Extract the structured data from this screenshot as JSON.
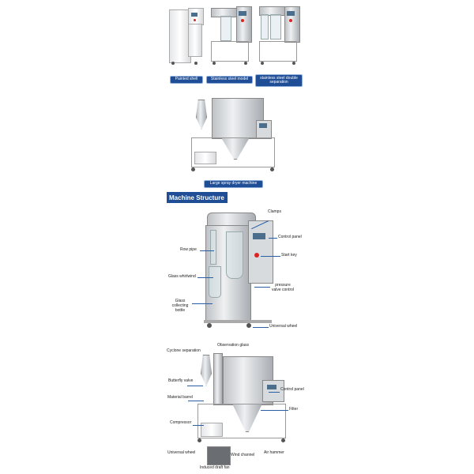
{
  "variants": [
    {
      "label": "Painted shell"
    },
    {
      "label": "Stainless steel model"
    },
    {
      "label": "stainless steel double separation"
    }
  ],
  "large_machine": {
    "label": "Large spray dryer machine"
  },
  "section_title": "Machine Structure",
  "structure_small": {
    "clamps": "Clamps",
    "control_panel": "Control panel",
    "start_key": "Start key",
    "row_pipe": "Row pipe",
    "glass_whirlwind": "Glass whirlwind",
    "pressure_valve": "pressure valve control",
    "glass_bottle": "Glass collecting bottle",
    "universal_wheel": "Universal wheel"
  },
  "structure_large": {
    "observation_glass": "Observation glass",
    "cyclone_separation": "Cyclone separation",
    "butterfly_valve": "Butterfly valve",
    "material_barrel": "Material barrel",
    "control_panel": "Control panel",
    "filter": "Filter",
    "compressor": "Compressor",
    "universal_wheel": "Universal wheel",
    "wind_channel": "Wind channel",
    "air_hammer": "Air hammer",
    "induced_draft_fan": "Induced draft fan"
  },
  "colors": {
    "badge": "#1f4e96",
    "leader_line": "#2a5fa8"
  }
}
